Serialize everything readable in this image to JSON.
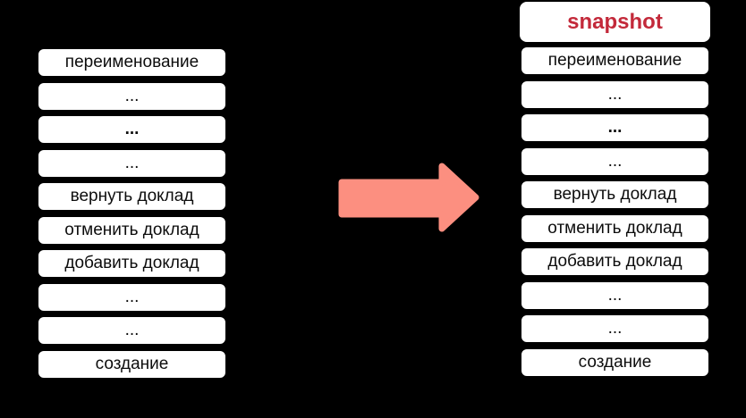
{
  "colors": {
    "background": "#000000",
    "box-fill": "#ffffff",
    "box-border": "#000000",
    "box-text": "#0d0d0d",
    "snapshot-text": "#c3293a",
    "arrow": "#fc8f80"
  },
  "left_column": {
    "items": [
      {
        "label": "переименование",
        "bold": false
      },
      {
        "label": "...",
        "bold": false
      },
      {
        "label": "...",
        "bold": true
      },
      {
        "label": "...",
        "bold": false
      },
      {
        "label": "вернуть доклад",
        "bold": false
      },
      {
        "label": "отменить доклад",
        "bold": false
      },
      {
        "label": "добавить доклад",
        "bold": false
      },
      {
        "label": "...",
        "bold": false
      },
      {
        "label": "...",
        "bold": false
      },
      {
        "label": "создание",
        "bold": false
      }
    ]
  },
  "right_column": {
    "header": "snapshot",
    "items": [
      {
        "label": "переименование",
        "bold": false
      },
      {
        "label": "...",
        "bold": false
      },
      {
        "label": "...",
        "bold": true
      },
      {
        "label": "...",
        "bold": false
      },
      {
        "label": "вернуть доклад",
        "bold": false
      },
      {
        "label": "отменить доклад",
        "bold": false
      },
      {
        "label": "добавить доклад",
        "bold": false
      },
      {
        "label": "...",
        "bold": false
      },
      {
        "label": "...",
        "bold": false
      },
      {
        "label": "создание",
        "bold": false
      }
    ]
  }
}
